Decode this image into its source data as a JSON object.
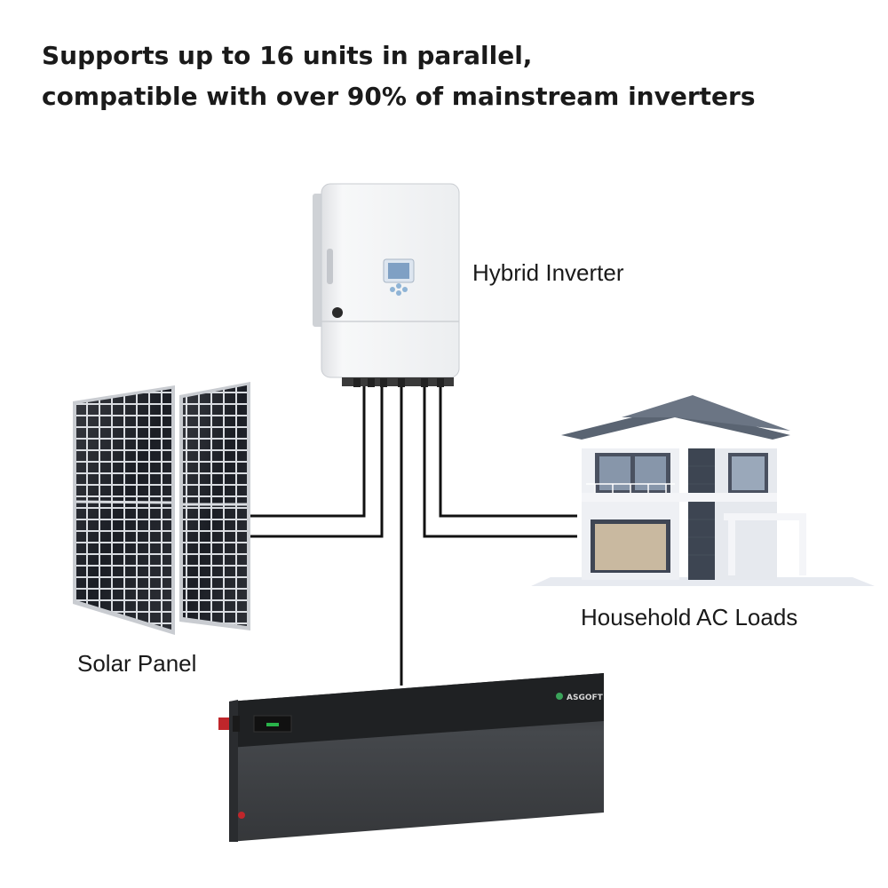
{
  "headline": {
    "line1": "Supports up to 16 units in parallel,",
    "line2": "compatible with over 90% of mainstream inverters"
  },
  "labels": {
    "inverter": "Hybrid Inverter",
    "solar": "Solar Panel",
    "loads": "Household AC Loads"
  },
  "battery": {
    "brand": "ASGOFT"
  },
  "colors": {
    "wire": "#111111",
    "inverter_body": "#f2f3f5",
    "battery_body": "#3b3d40",
    "panel_cell": "#1c1f26",
    "roof": "#5a6472"
  }
}
